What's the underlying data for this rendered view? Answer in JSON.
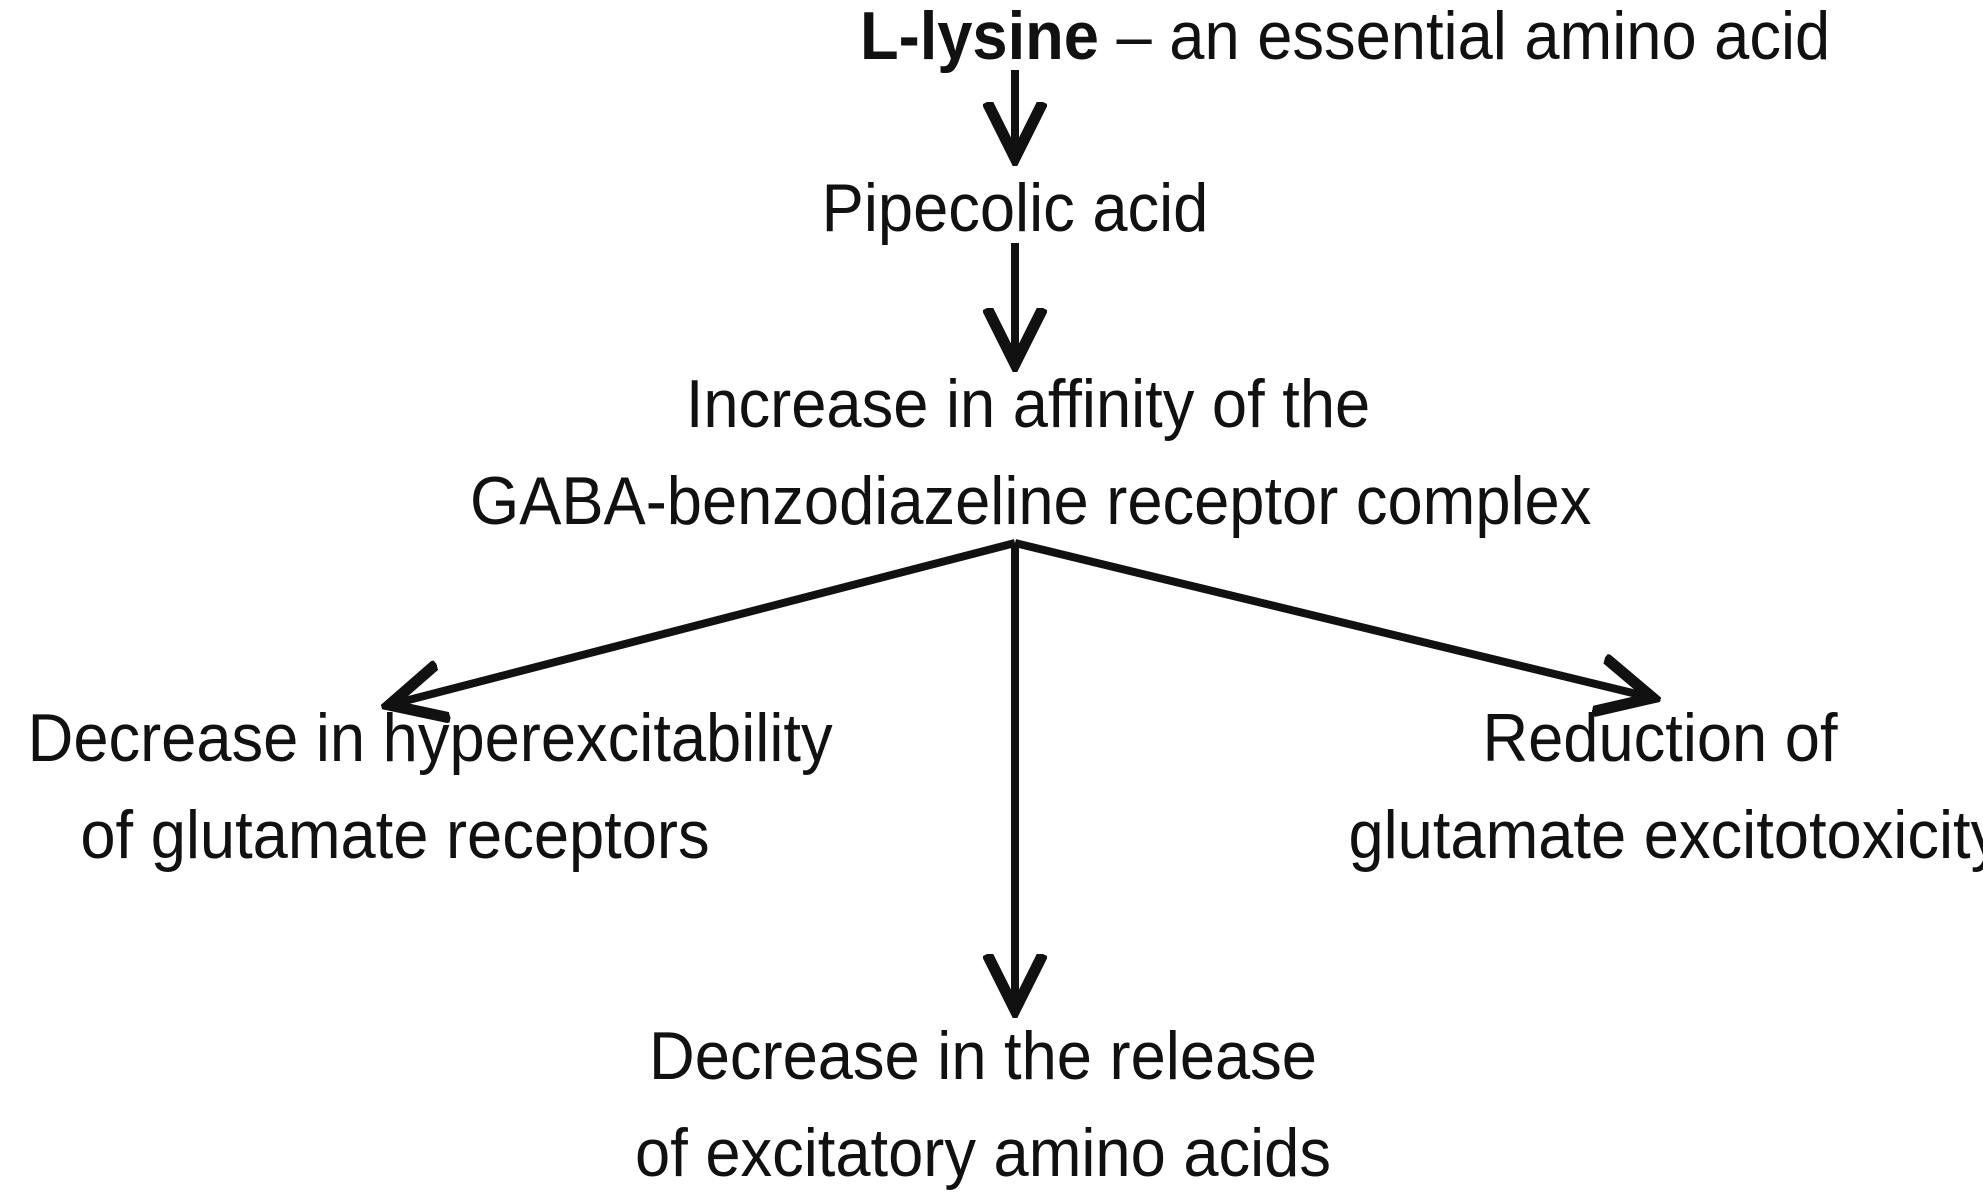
{
  "diagram": {
    "top_node": {
      "bold_text": "L-lysine",
      "text": " – an essential amino acid"
    },
    "node_2": "Pipecolic acid",
    "node_3": {
      "line1": "Increase in affinity of the",
      "line2": "GABA-benzodiazeline receptor complex"
    },
    "left_node": {
      "line1": "Decrease in hyperexcitability",
      "line2": "of glutamate receptors"
    },
    "right_node": {
      "line1": "Reduction of",
      "line2": "glutamate excitotoxicity"
    },
    "bottom_node": {
      "line1": "Decrease in the release",
      "line2": "of excitatory amino acids"
    }
  }
}
